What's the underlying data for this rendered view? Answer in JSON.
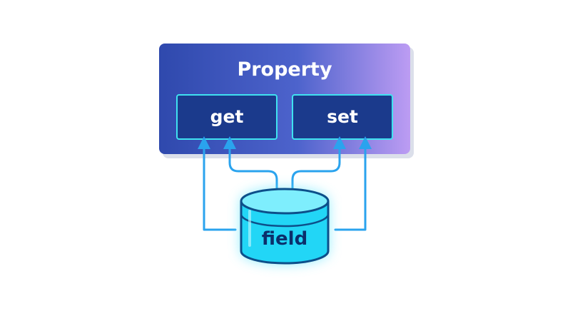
{
  "property": {
    "title": "Property",
    "get_label": "get",
    "set_label": "set"
  },
  "field": {
    "label": "field"
  },
  "colors": {
    "property_gradient_start": "#2f4bb0",
    "property_gradient_end": "#b897f2",
    "accessor_fill": "#1b3a8c",
    "accessor_border": "#36e0f0",
    "arrow": "#2aa3ee",
    "field_fill": "#1fd8f5",
    "field_glow": "#7ee9ff"
  }
}
